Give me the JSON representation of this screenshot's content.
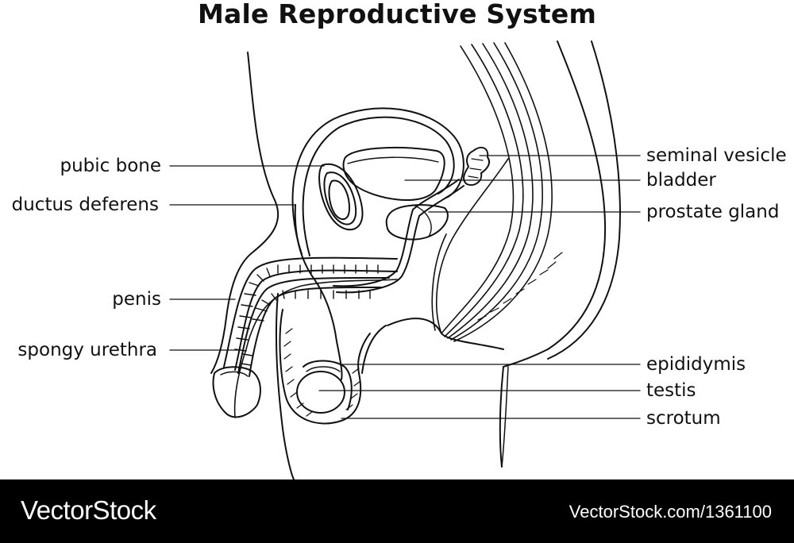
{
  "title": "Male Reproductive System",
  "labels": {
    "pubic_bone": "pubic bone",
    "ductus_deferens": "ductus deferens",
    "penis": "penis",
    "spongy_urethra": "spongy urethra",
    "seminal_vesicle": "seminal vesicle",
    "bladder": "bladder",
    "prostate_gland": "prostate gland",
    "epididymis": "epididymis",
    "testis": "testis",
    "scrotum": "scrotum"
  },
  "footer": {
    "brand": "VectorStock",
    "url": "VectorStock.com/1361100"
  },
  "colors": {
    "ink": "#111111",
    "footer_bg": "#000000",
    "footer_text": "#ffffff"
  }
}
